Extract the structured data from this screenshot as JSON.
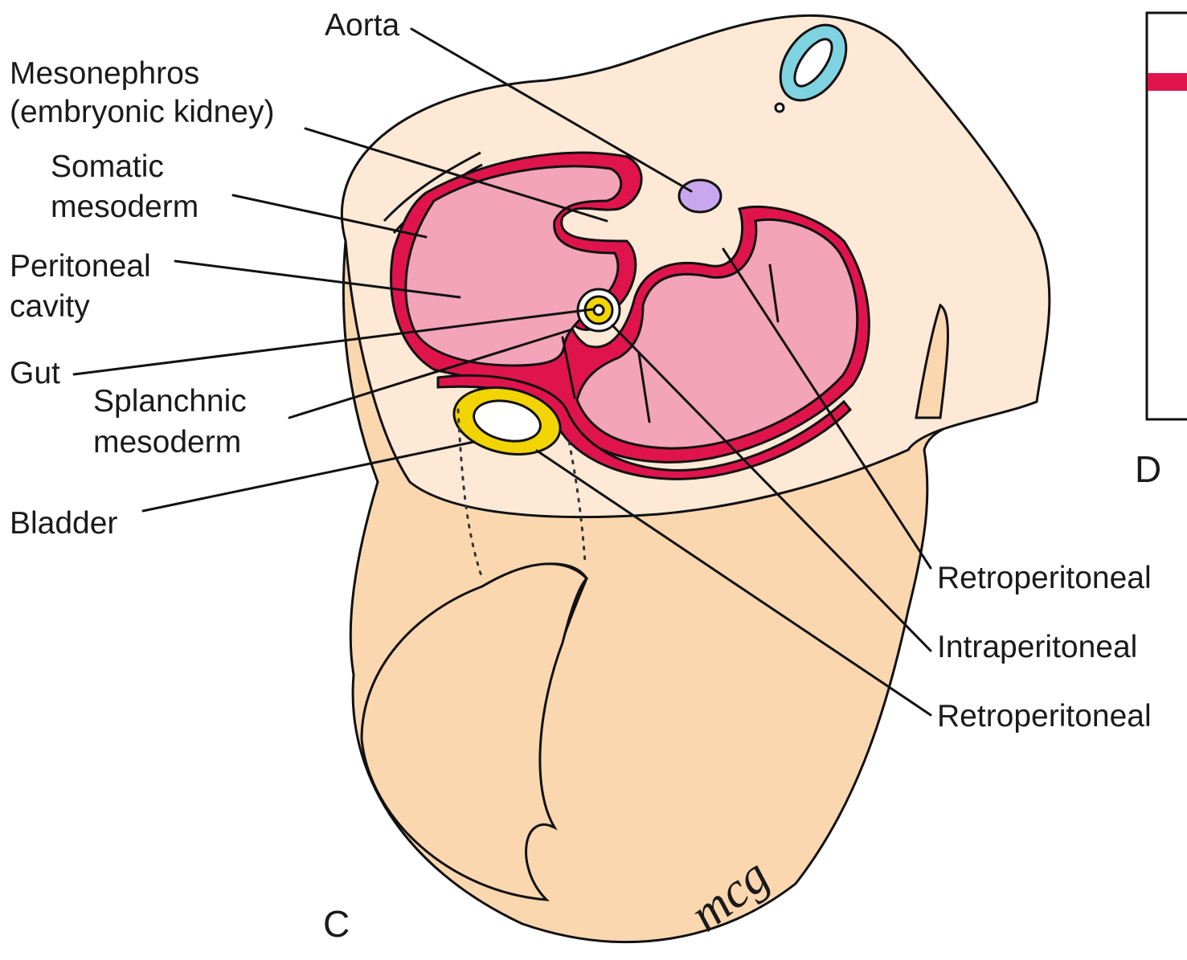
{
  "figure": {
    "panel_labels": {
      "c": "C",
      "d": "D"
    },
    "signature": "mcg",
    "colors": {
      "skin": "#fde9d6",
      "body": "#fbd7b0",
      "cavity": "#f4a4b8",
      "membrane": "#e0144d",
      "aorta": "#c9a6ee",
      "gut_ring": "#f2d400",
      "bladder_ring": "#f2d400",
      "spinal_ring": "#7fd3e0"
    }
  },
  "labels": {
    "aorta": "Aorta",
    "mesonephros_1": "Mesonephros",
    "mesonephros_2": "(embryonic kidney)",
    "somatic_1": "Somatic",
    "somatic_2": "mesoderm",
    "peritoneal_1": "Peritoneal",
    "peritoneal_2": "cavity",
    "gut": "Gut",
    "splanchnic_1": "Splanchnic",
    "splanchnic_2": "mesoderm",
    "bladder": "Bladder",
    "retro_upper": "Retroperitoneal",
    "intra": "Intraperitoneal",
    "retro_lower": "Retroperitoneal"
  }
}
